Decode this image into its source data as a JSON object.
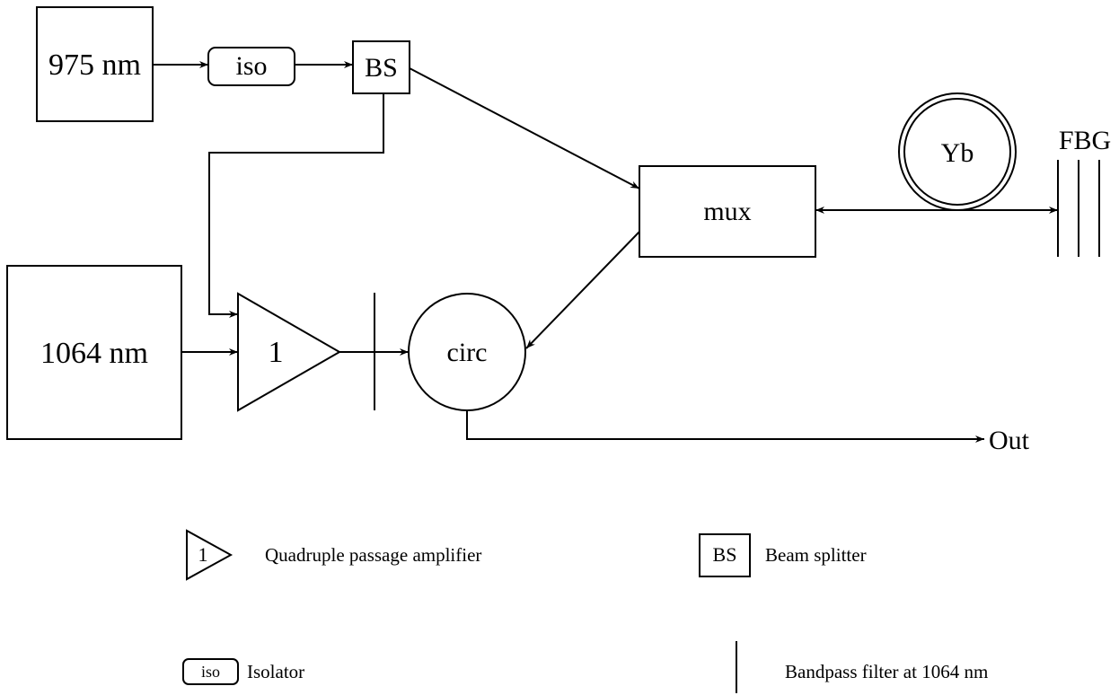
{
  "diagram": {
    "source_975_label": "975 nm",
    "isolator_label": "iso",
    "beam_splitter_label": "BS",
    "mux_label": "mux",
    "yb_label": "Yb",
    "fbg_label": "FBG",
    "source_1064_label": "1064 nm",
    "amplifier_label": "1",
    "circulator_label": "circ",
    "output_label": "Out"
  },
  "legend": {
    "amplifier_symbol": "1",
    "amplifier_text": "Quadruple passage amplifier",
    "beam_splitter_symbol": "BS",
    "beam_splitter_text": "Beam splitter",
    "isolator_symbol": "iso",
    "isolator_text": "Isolator",
    "filter_text": "Bandpass filter at 1064 nm"
  }
}
